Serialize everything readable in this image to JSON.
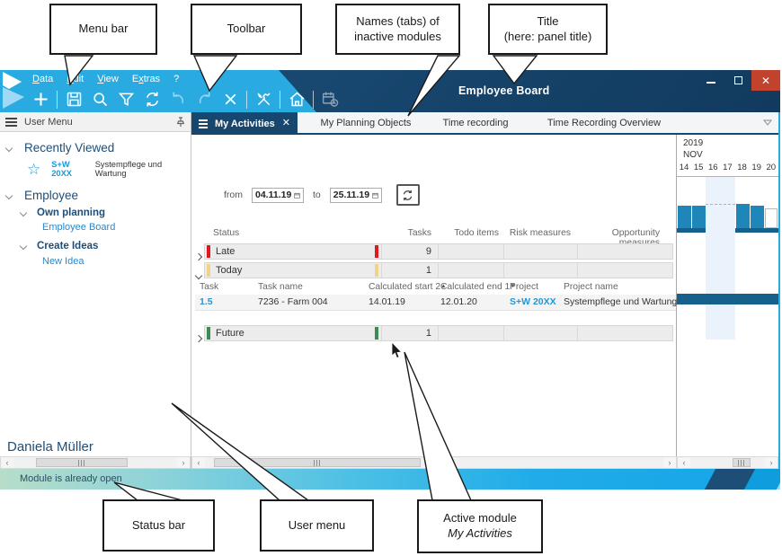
{
  "callouts": {
    "menu_bar": "Menu bar",
    "toolbar": "Toolbar",
    "inactive_tabs_line1": "Names (tabs) of",
    "inactive_tabs_line2": "inactive modules",
    "title_line1": "Title",
    "title_line2": "(here: panel title)",
    "status_bar": "Status bar",
    "user_menu": "User menu",
    "active_module_line1": "Active module",
    "active_module_line2": "My Activities"
  },
  "titlebar": {
    "app_title": "Employee Board"
  },
  "menubar": {
    "items": [
      {
        "pre": "",
        "u": "D",
        "post": "ata"
      },
      {
        "pre": "",
        "u": "E",
        "post": "dit"
      },
      {
        "pre": "",
        "u": "V",
        "post": "iew"
      },
      {
        "pre": "E",
        "u": "x",
        "post": "tras"
      },
      {
        "pre": "",
        "u": "",
        "post": "?"
      }
    ]
  },
  "toolbar_icons": [
    "new",
    "save",
    "search",
    "filter",
    "refresh",
    "undo",
    "redo",
    "delete",
    "tools",
    "home",
    "calendar-clock"
  ],
  "tabs": {
    "active": "My Activities",
    "inactive": [
      "My Planning Objects",
      "Time recording",
      "Time Recording Overview"
    ]
  },
  "sidebar": {
    "header": "User Menu",
    "recent_section": "Recently Viewed",
    "recent_item": {
      "code": "S+W 20XX",
      "name": "Systempflege und Wartung"
    },
    "employee_section": "Employee",
    "own_planning": "Own planning",
    "employee_board_link": "Employee Board",
    "create_ideas": "Create Ideas",
    "new_idea_link": "New Idea",
    "user_name": "Daniela Müller"
  },
  "filters": {
    "from_label": "from",
    "from_value": "04.11.19",
    "to_label": "to",
    "to_value": "25.11.19"
  },
  "table": {
    "columns": [
      "Status",
      "Tasks",
      "Todo items",
      "Risk measures",
      "Opportunity measures"
    ],
    "groups": [
      {
        "name": "Late",
        "tasks": "9",
        "color": "#e0191f",
        "expanded": false
      },
      {
        "name": "Today",
        "tasks": "1",
        "color": "#f0d38a",
        "expanded": true
      },
      {
        "name": "Future",
        "tasks": "1",
        "color": "#3d8b51",
        "expanded": false
      }
    ],
    "task_columns": {
      "task": "Task",
      "task_name": "Task name",
      "calc_start": "Calculated start 2",
      "calc_end": "Calculated end 1",
      "project": "Project",
      "project_name": "Project name"
    },
    "sort_asc": "▲",
    "sort_desc": "▼",
    "rows": [
      {
        "task": "1.5",
        "task_name": "7236 - Farm 004",
        "calc_start": "14.01.19",
        "calc_end": "12.01.20",
        "project": "S+W 20XX",
        "project_name": "Systempflege und Wartung"
      }
    ]
  },
  "timeline": {
    "year": "2019",
    "month": "NOV",
    "days": [
      "14",
      "15",
      "16",
      "17",
      "18",
      "19",
      "20"
    ],
    "weekend_days": [
      "16",
      "17"
    ],
    "histogram": {
      "type": "bar",
      "description": "daily capacity utilization bars",
      "bars": [
        {
          "day": "14",
          "filled": true
        },
        {
          "day": "15",
          "filled": true
        },
        {
          "day": "16",
          "filled": false
        },
        {
          "day": "17",
          "filled": false
        },
        {
          "day": "18",
          "filled": true
        },
        {
          "day": "19",
          "filled": true
        },
        {
          "day": "20",
          "filled": false,
          "outline_only": true
        }
      ]
    },
    "gantt_bar_for_task": "1.5"
  },
  "statusbar": {
    "message": "Module is already open"
  },
  "colors": {
    "accent_blue": "#29abe2",
    "navy": "#17466e",
    "close_red": "#c1432d",
    "late_red": "#e0191f",
    "today_yellow": "#f0d38a",
    "future_green": "#3d8b51",
    "bar_blue": "#1e86b8",
    "bar_dark": "#16618c",
    "link_blue": "#2196d6"
  }
}
